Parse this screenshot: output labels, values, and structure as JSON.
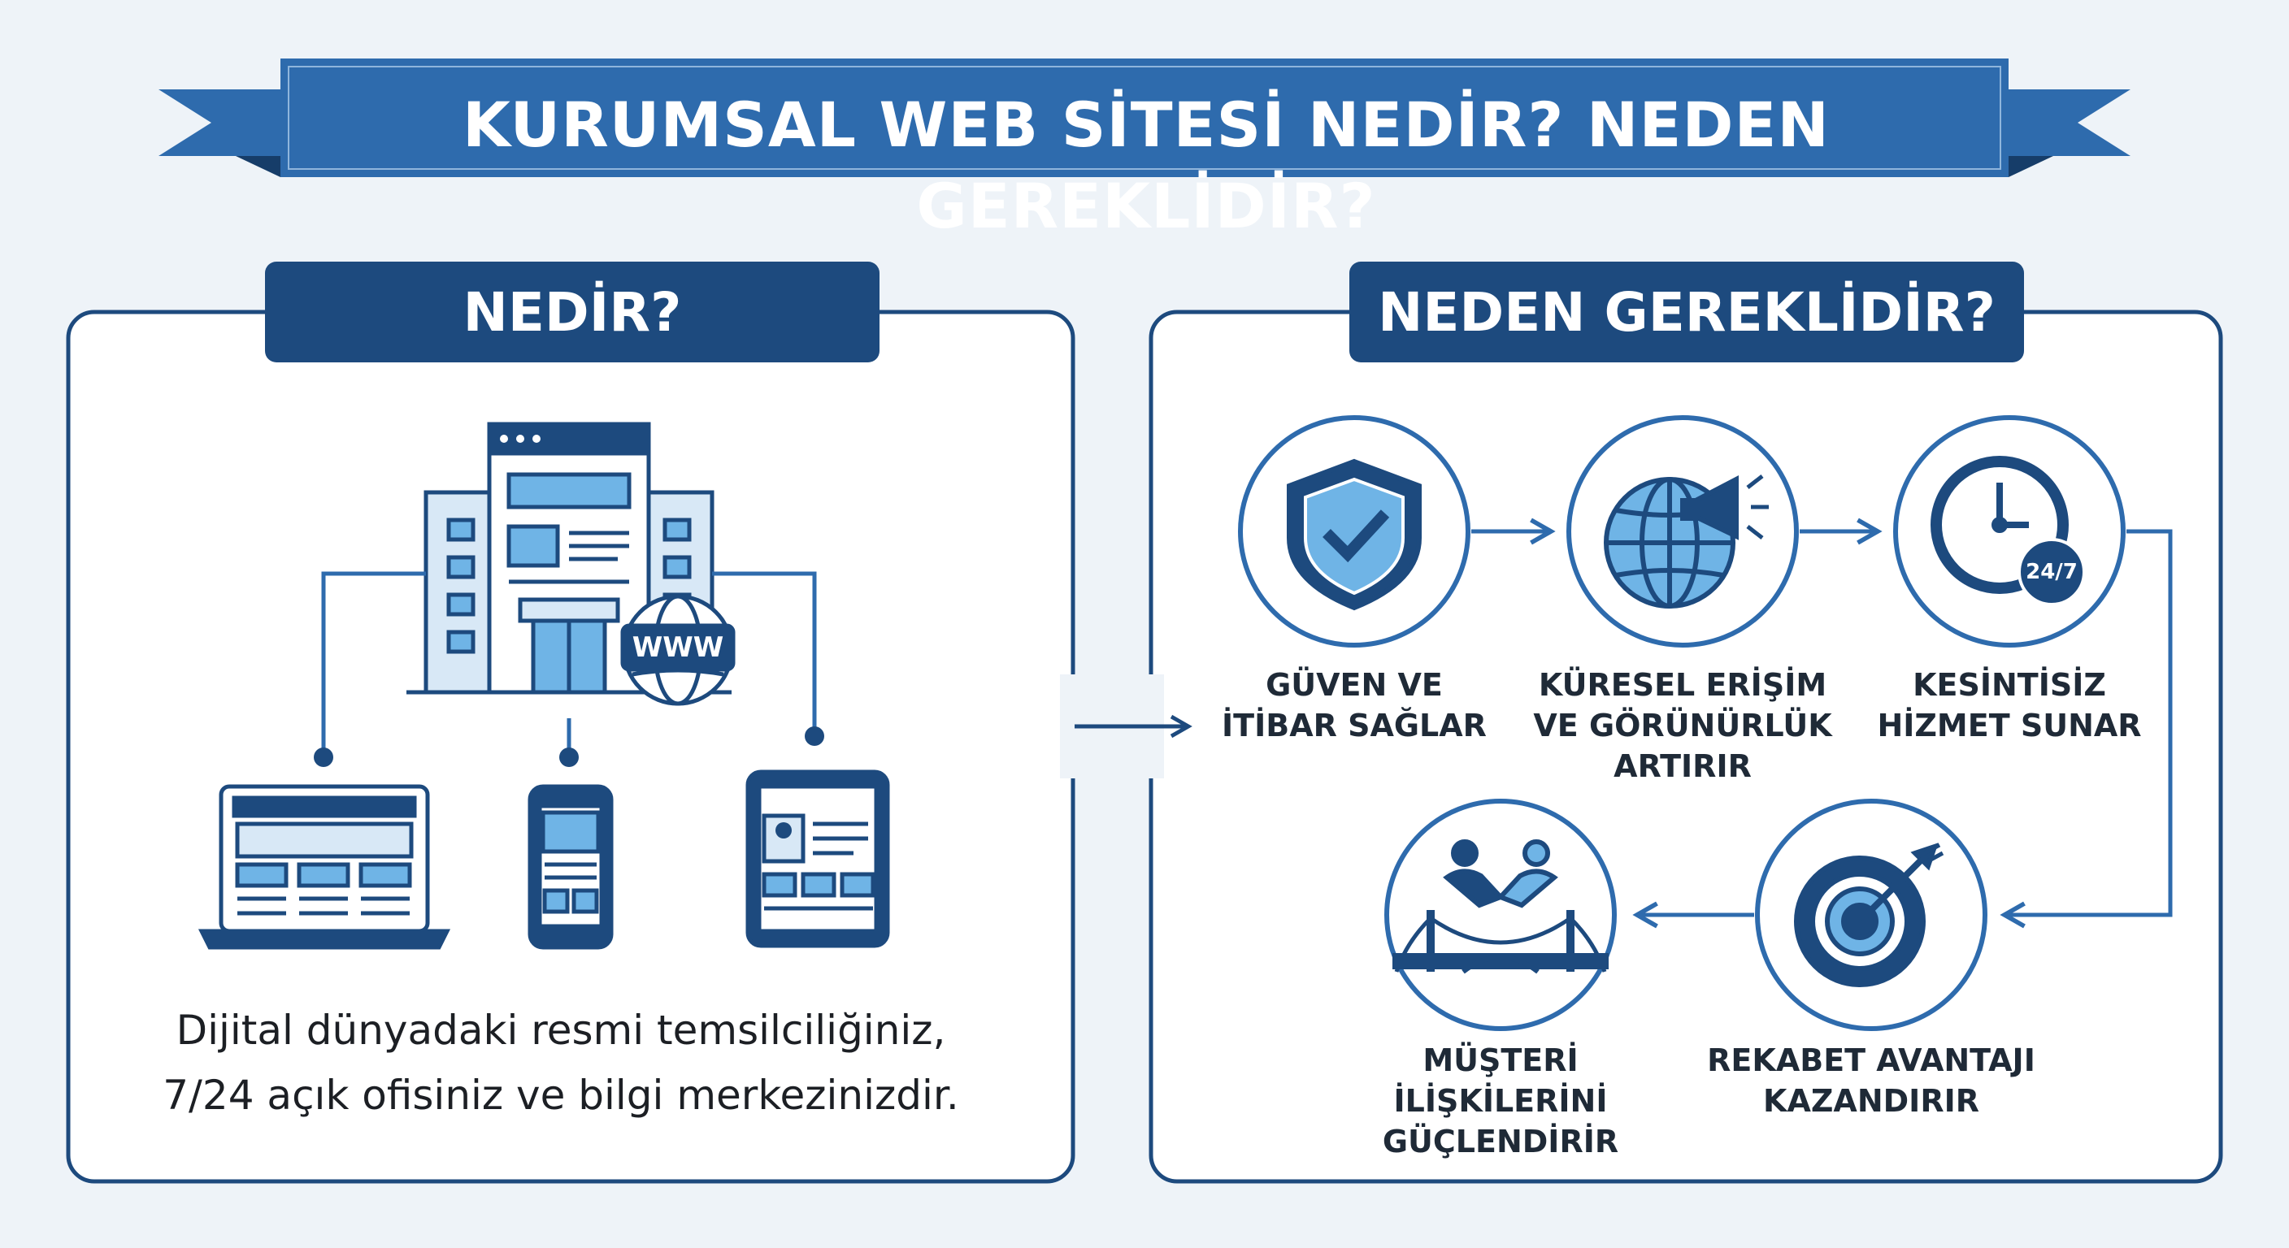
{
  "title": "KURUMSAL WEB SİTESİ NEDİR? NEDEN GEREKLİDİR?",
  "left_panel": {
    "tab": "NEDİR?",
    "globe_badge": "WWW",
    "description": [
      "Dijital dünyadaki resmi temsilciliğiniz,",
      "7/24 açık ofisiniz ve bilgi merkezinizdir."
    ]
  },
  "right_panel": {
    "tab": "NEDEN GEREKLİDİR?",
    "items": [
      {
        "icon": "shield-check-icon",
        "lines": [
          "GÜVEN VE",
          "İTİBAR SAĞLAR"
        ]
      },
      {
        "icon": "globe-megaphone-icon",
        "lines": [
          "KÜRESEL ERİŞİM",
          "VE GÖRÜNÜRLÜK",
          "ARTIRIR"
        ]
      },
      {
        "icon": "clock-24-7-icon",
        "badge": "24/7",
        "lines": [
          "KESİNTİSİZ",
          "HİZMET SUNAR"
        ]
      },
      {
        "icon": "target-arrow-icon",
        "lines": [
          "REKABET AVANTAJI",
          "KAZANDIRIR"
        ]
      },
      {
        "icon": "handshake-bridge-icon",
        "lines": [
          "MÜŞTERİ İLİŞKİLERİNİ",
          "GÜÇLENDİRİR"
        ]
      }
    ]
  },
  "colors": {
    "navy": "#1d4a7e",
    "blue": "#2e6bad",
    "light_blue": "#8ec6ea",
    "background": "#eef3f8"
  }
}
